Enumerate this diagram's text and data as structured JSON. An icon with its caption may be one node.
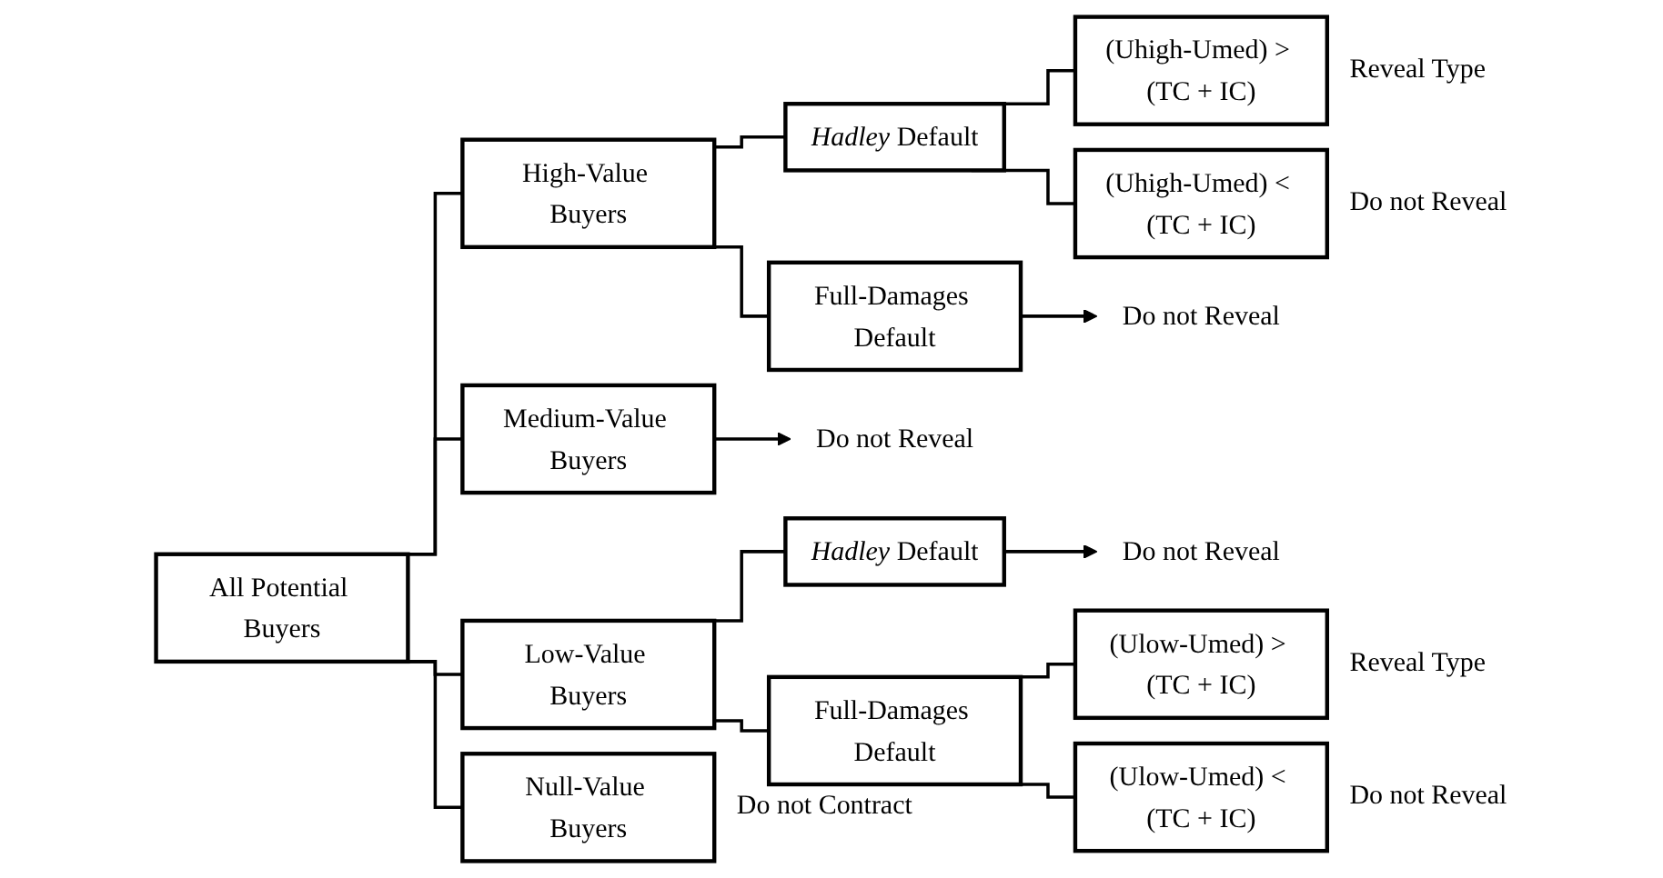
{
  "diagram": {
    "nodes": [
      {
        "text": [
          "All Potential Buyers"
        ]
      },
      {
        "text": [
          "High-Value Buyers"
        ]
      },
      {
        "text": [
          "Medium-Value Buyers"
        ]
      },
      {
        "text": [
          "Low-Value Buyers"
        ]
      },
      {
        "text": [
          "Null-Value Buyers"
        ],
        "beside": [
          "Do not Contract"
        ]
      },
      {
        "text": [
          "*Hadley* Default"
        ]
      },
      {
        "text": [
          "Full-Damages Default"
        ]
      },
      {
        "text": [
          "(Uhigh-Umed) > (TC + IC)"
        ],
        "beside": [
          "Reveal Type"
        ]
      },
      {
        "text": [
          "(Uhigh-Umed) < (TC + IC)"
        ],
        "beside": [
          "Do not Reveal"
        ]
      },
      {
        "text": [
          "Do not Reveal"
        ]
      },
      {
        "text": [
          "Do not Reveal"
        ]
      },
      {
        "text": [
          "*Hadley* Default"
        ]
      },
      {
        "text": [
          "Full-Damages Default"
        ]
      },
      {
        "text": [
          "Do not Reveal"
        ]
      },
      {
        "text": [
          "(Ulow-Umed) > (TC + IC)"
        ],
        "beside": [
          "Reveal Type"
        ]
      },
      {
        "text": [
          "(Ulow-Umed) < (TC + IC)"
        ],
        "beside": [
          "Do not Reveal"
        ]
      }
    ],
    "edges": [
      {
        "from": 0,
        "to": 1,
        "arrow": "none"
      },
      {
        "from": 0,
        "to": 2,
        "arrow": "none"
      },
      {
        "from": 0,
        "to": 3,
        "arrow": "none"
      },
      {
        "from": 0,
        "to": 4,
        "arrow": "none"
      },
      {
        "from": 1,
        "to": 5,
        "arrow": "none"
      },
      {
        "from": 1,
        "to": 6,
        "arrow": "none"
      },
      {
        "from": 5,
        "to": 7,
        "arrow": "none"
      },
      {
        "from": 5,
        "to": 8,
        "arrow": "none"
      },
      {
        "from": 6,
        "to": 9,
        "arrow": "to"
      },
      {
        "from": 2,
        "to": 10,
        "arrow": "to"
      },
      {
        "from": 3,
        "to": 11,
        "arrow": "none"
      },
      {
        "from": 3,
        "to": 12,
        "arrow": "none"
      },
      {
        "from": 11,
        "to": 13,
        "arrow": "to"
      },
      {
        "from": 12,
        "to": 14,
        "arrow": "none"
      },
      {
        "from": 12,
        "to": 15,
        "arrow": "none"
      }
    ]
  }
}
